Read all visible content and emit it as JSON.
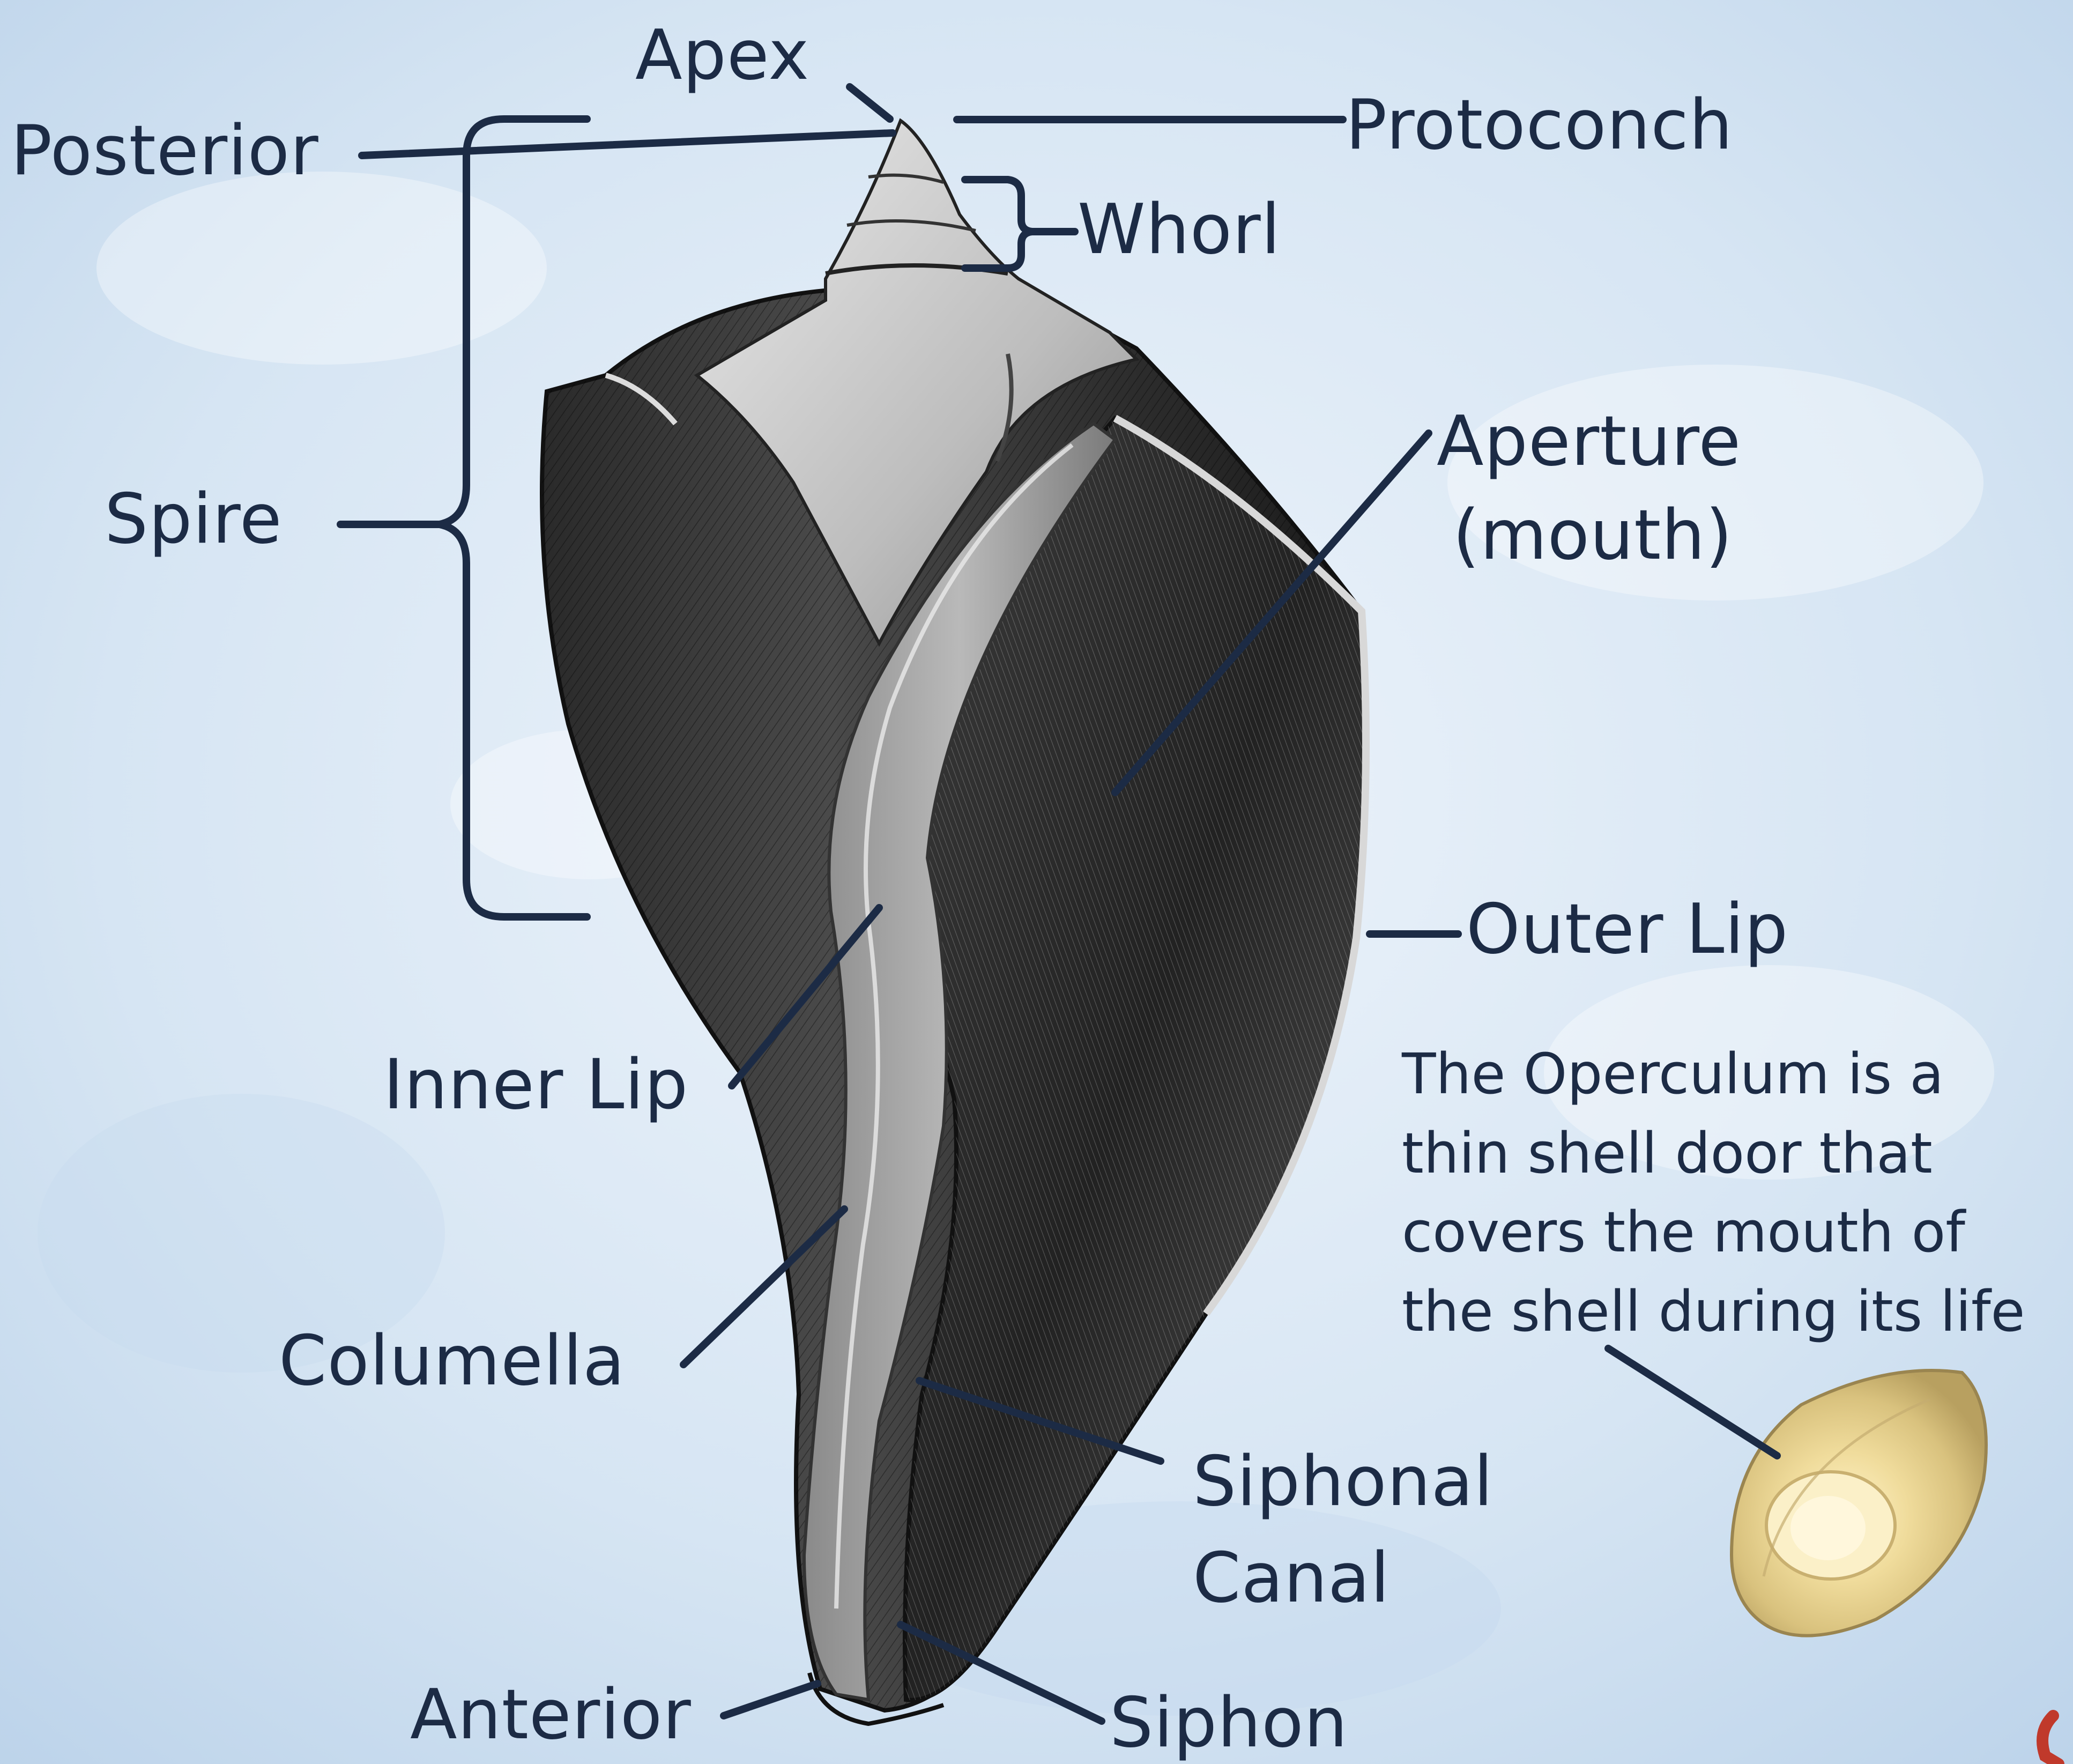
{
  "labels": {
    "apex": "Apex",
    "posterior": "Posterior",
    "protoconch": "Protoconch",
    "whorl": "Whorl",
    "spire": "Spire",
    "aperture_line1": "Aperture",
    "aperture_line2": "(mouth)",
    "outer_lip": "Outer Lip",
    "inner_lip": "Inner Lip",
    "columella": "Columella",
    "siphonal_line1": "Siphonal",
    "siphonal_line2": "Canal",
    "anterior": "Anterior",
    "siphon": "Siphon"
  },
  "operculum_note": [
    "The Operculum is a",
    "thin shell door that",
    "covers the mouth of",
    "the shell during its life"
  ],
  "colors": {
    "ink": "#1c2b45",
    "background": "#dbe8f4",
    "shell_dark": "#1a1a1a",
    "operculum": "#e8d49a"
  }
}
